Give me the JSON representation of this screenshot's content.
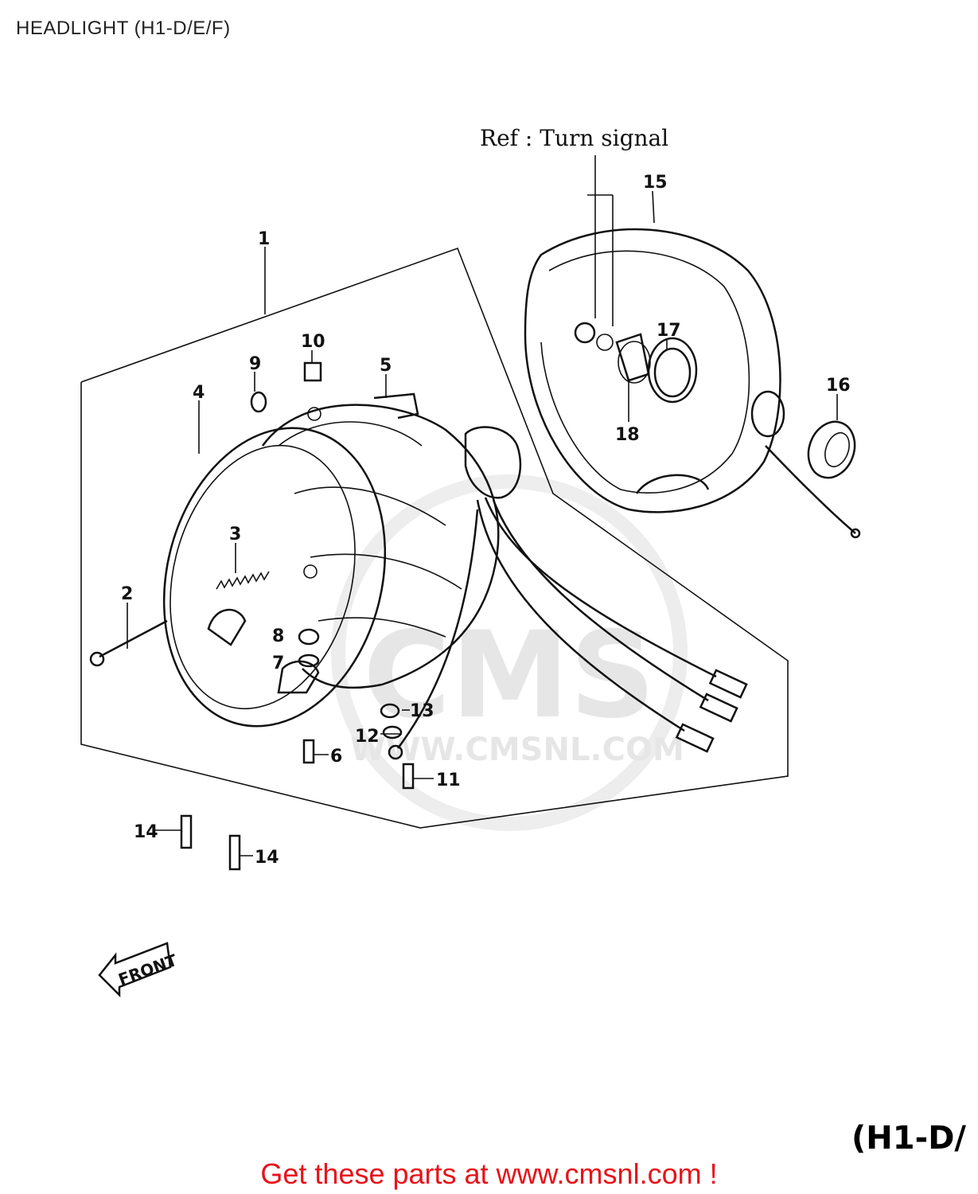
{
  "title": "HEADLIGHT (H1-D/E/F)",
  "reference_note": "Ref : Turn signal",
  "model_tag": "(H1-D/",
  "front_label": "FRONT",
  "watermark": {
    "logo": "CMS",
    "url": "WWW.CMSNL.COM"
  },
  "callouts": {
    "p1": "1",
    "p2": "2",
    "p3": "3",
    "p4": "4",
    "p5": "5",
    "p6": "6",
    "p7": "7",
    "p8": "8",
    "p9": "9",
    "p10": "10",
    "p11": "11",
    "p12": "12",
    "p13": "13",
    "p14a": "14",
    "p14b": "14",
    "p15": "15",
    "p16": "16",
    "p17": "17",
    "p18": "18"
  },
  "footer": {
    "link_text": "Get these parts at www.cmsnl.com !",
    "link_color": "#e8121a"
  }
}
